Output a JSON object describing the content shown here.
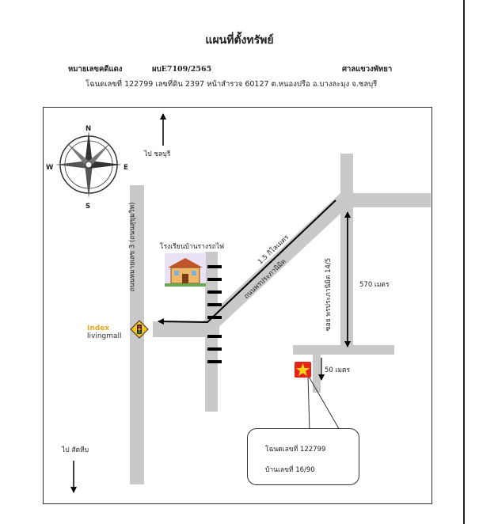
{
  "title": "แผนที่ตั้งทรัพย์",
  "header": {
    "case_label": "หมายเลขคดีแดง",
    "case_number": "ผบE7109/2565",
    "court": "ศาลแขวงพัทยา",
    "deed_line": "โฉนดเลขที่ 122799 เลขที่ดิน 2397 หน้าสำรวจ 60127 ต.หนองปรือ อ.บางละมุง จ.ชลบุรี"
  },
  "compass": {
    "north": "N",
    "south": "S",
    "east": "E",
    "west": "W"
  },
  "labels": {
    "to_chonburi": "ไป ชลบุรี",
    "to_sattahip": "ไป สัตหีบ",
    "school": "โรงเรียนบ้านรางรถไฟ",
    "highway": "ถนนหมายเลข 3 (ถนนสุขุมวิท)",
    "distance_road": "1.5 กิโลเมตร",
    "main_road": "ถนนพรประภานิมิต",
    "soi": "ซอย พรประภานิมิต 14/5",
    "dist_570": "570 เมตร",
    "dist_50": "50 เมตร"
  },
  "logo": {
    "brand_line1": "Index",
    "brand_line2": "livingmall"
  },
  "callout": {
    "deed": "โฉนดเลขที่ 122799",
    "house": "บ้านเลขที่ 16/90"
  },
  "colors": {
    "road": "#c9c9c9",
    "marker": "#e52318",
    "brand": "#f3a41b"
  }
}
